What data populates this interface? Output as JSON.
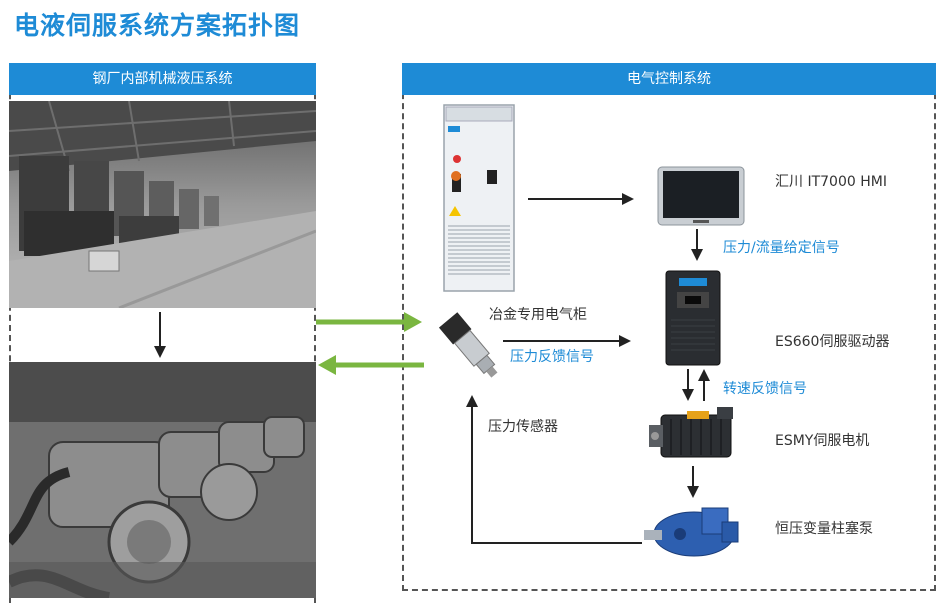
{
  "title": "电液伺服系统方案拓扑图",
  "left_panel": {
    "header": "钢厂内部机械液压系统"
  },
  "right_panel": {
    "header": "电气控制系统"
  },
  "nodes": {
    "cabinet": "冶金专用电气柜",
    "hmi": "汇川 IT7000 HMI",
    "driver": "ES660伺服驱动器",
    "motor": "ESMY伺服电机",
    "pump": "恒压变量柱塞泵",
    "sensor": "压力传感器"
  },
  "signals": {
    "pressure_flow": "压力/流量给定信号",
    "pressure_feedback": "压力反馈信号",
    "speed_feedback": "转速反馈信号"
  },
  "colors": {
    "accent": "#1e8bd6",
    "green_arrow": "#7ab640",
    "dark_arrow": "#222222"
  }
}
